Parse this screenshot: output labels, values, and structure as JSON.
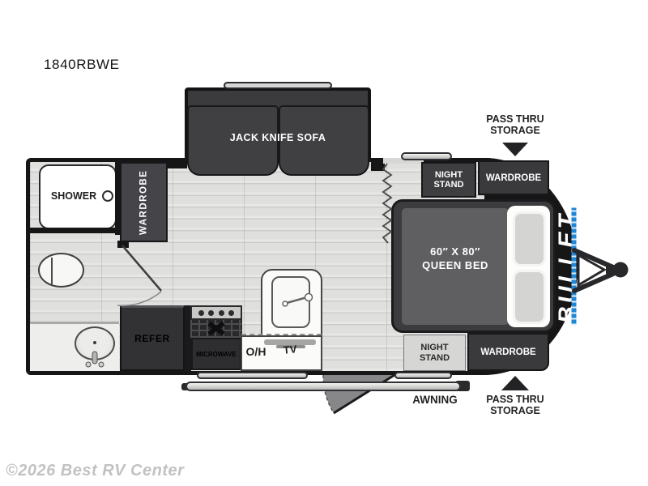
{
  "model": "1840RBWE",
  "watermark": "©2026 Best RV Center",
  "brand": {
    "logo_text": "BULLET"
  },
  "rooms": {
    "sofa": "JACK KNIFE SOFA",
    "shower": "SHOWER",
    "wardrobe_left": "WARDROBE",
    "night_stand_top": "NIGHT\nSTAND",
    "wardrobe_top": "WARDROBE",
    "pass_thru_top": "PASS THRU\nSTORAGE",
    "bed_size": "60″ X 80″",
    "bed_type": "QUEEN BED",
    "night_stand_bottom": "NIGHT\nSTAND",
    "wardrobe_bottom": "WARDROBE",
    "pass_thru_bottom": "PASS THRU\nSTORAGE",
    "awning": "AWNING",
    "refer": "REFER",
    "microwave": "MICROWAVE",
    "overhead_cabinet": "O/H",
    "tv": "TV"
  },
  "colors": {
    "wall": "#161616",
    "dark_furniture": "#3a3a3d",
    "floor": "#e0e0de",
    "accent_blue": "#1f86d6",
    "label": "#232325"
  }
}
